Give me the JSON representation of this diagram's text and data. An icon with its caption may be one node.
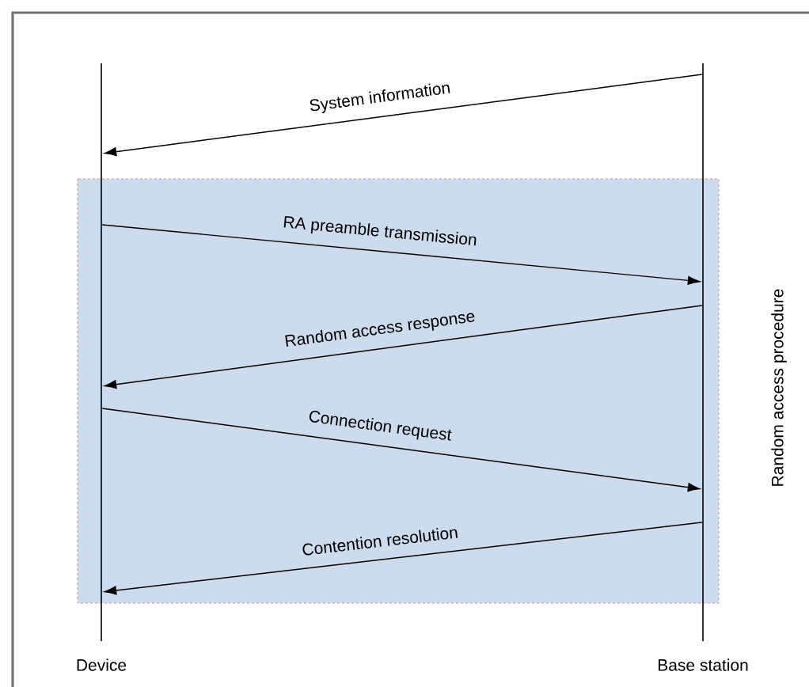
{
  "diagram": {
    "nodes": [
      {
        "text": [
          "Device"
        ]
      },
      {
        "text": [
          "Base station"
        ]
      }
    ],
    "edges": [
      {
        "from": 1,
        "to": 0,
        "arrow": "to",
        "label": "System information"
      },
      {
        "from": 0,
        "to": 1,
        "arrow": "to",
        "label": "RA preamble transmission"
      },
      {
        "from": 1,
        "to": 0,
        "arrow": "to",
        "label": "Random access response"
      },
      {
        "from": 0,
        "to": 1,
        "arrow": "to",
        "label": "Connection request"
      },
      {
        "from": 1,
        "to": 0,
        "arrow": "to",
        "label": "Contention resolution"
      }
    ],
    "labels": [
      "Random access procedure"
    ]
  }
}
